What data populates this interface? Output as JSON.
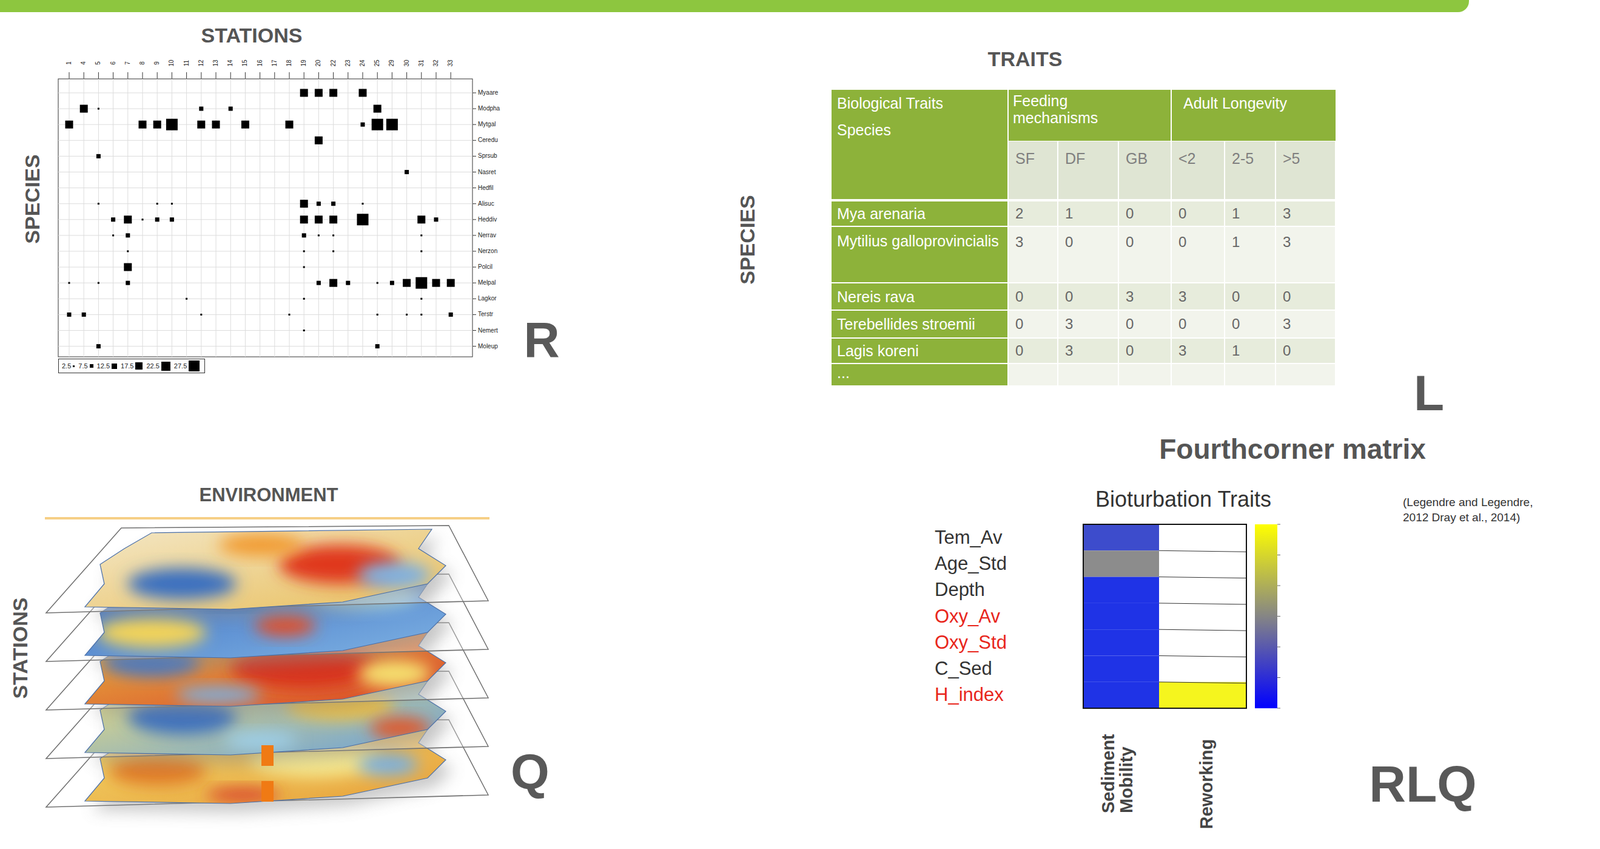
{
  "diagram": {
    "labels": [
      "STATIONS",
      "SPECIES",
      "1",
      "4",
      "5",
      "6",
      "7",
      "8",
      "9",
      "10",
      "11",
      "12",
      "13",
      "14",
      "15",
      "16",
      "17",
      "18",
      "19",
      "20",
      "22",
      "23",
      "24",
      "25",
      "29",
      "30",
      "31",
      "32",
      "33",
      "Myaare",
      "Modpha",
      "Mytgal",
      "Ceredu",
      "Sprsub",
      "Nasret",
      "Hedfil",
      "Alisuc",
      "Heddiv",
      "Nerrav",
      "Nerzon",
      "Polcil",
      "Melpal",
      "Lagkor",
      "Terstr",
      "Nemert",
      "Moleup",
      "R",
      "TRAITS",
      "SPECIES",
      "Biological Traits",
      "Species",
      "Feeding mechanisms",
      "Adult Longevity",
      "SF",
      "DF",
      "GB",
      "<2",
      "2-5",
      ">5",
      "Mya arenaria",
      "2",
      "1",
      "0",
      "0",
      "1",
      "3",
      "Mytilius galloprovincialis",
      "3",
      "0",
      "0",
      "0",
      "1",
      "3",
      "Nereis rava",
      "0",
      "0",
      "3",
      "3",
      "0",
      "0",
      "Terebellides stroemii",
      "0",
      "3",
      "0",
      "0",
      "0",
      "3",
      "Lagis koreni",
      "0",
      "3",
      "0",
      "3",
      "1",
      "0",
      "...",
      "L",
      "Fourthcorner matrix",
      "(Legendre and Legendre, 2012 Dray et al., 2014)",
      "ENVIRONMENT",
      "STATIONS",
      "Q",
      "Bioturbation Traits",
      "Tem_Av",
      "Age_Std",
      "Depth",
      "Oxy_Av",
      "Oxy_Std",
      "C_Sed",
      "H_index",
      "Sediment Mobility",
      "Reworking",
      "RLQ"
    ],
    "legend": [
      {
        "text": "2.5"
      },
      {
        "text": "7.5"
      },
      {
        "text": "12.5"
      },
      {
        "text": "17.5"
      },
      {
        "text": "22.5"
      },
      {
        "text": "27.5"
      }
    ]
  }
}
